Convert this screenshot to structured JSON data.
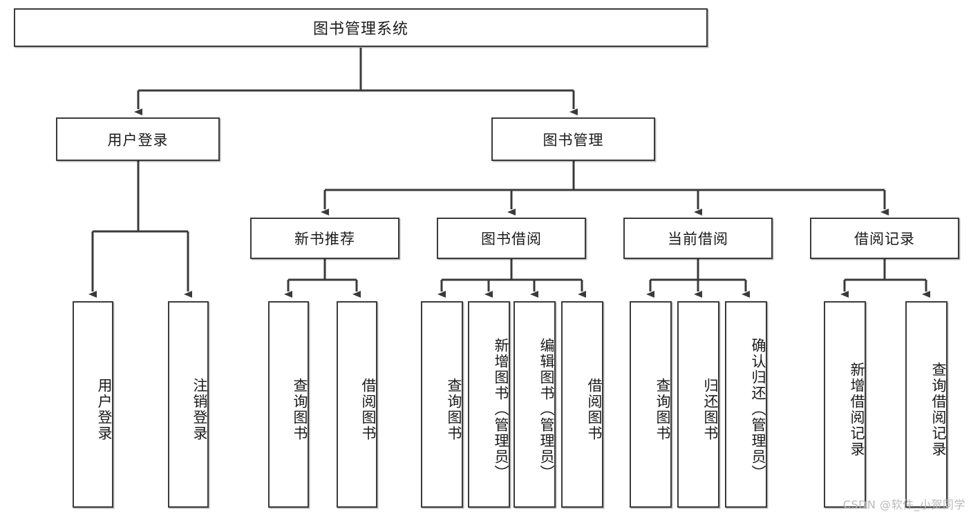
{
  "diagram": {
    "type": "tree-hierarchy",
    "title": "图书管理系统",
    "watermark": "CSDN @软件_小贺同学",
    "colors": {
      "border": "#3a3a3a",
      "background": "#ffffff",
      "text": "#1a1a1a",
      "watermark": "#b9b9b9"
    },
    "levels": [
      {
        "level": 1,
        "nodes": [
          {
            "id": "root",
            "label": "图书管理系统",
            "orientation": "horizontal"
          }
        ]
      },
      {
        "level": 2,
        "nodes": [
          {
            "id": "user-login",
            "label": "用户登录",
            "orientation": "horizontal",
            "parent": "root"
          },
          {
            "id": "book-admin",
            "label": "图书管理",
            "orientation": "horizontal",
            "parent": "root"
          }
        ]
      },
      {
        "level": 3,
        "nodes": [
          {
            "id": "new-book-rec",
            "label": "新书推荐",
            "orientation": "horizontal",
            "parent": "book-admin"
          },
          {
            "id": "book-borrow",
            "label": "图书借阅",
            "orientation": "horizontal",
            "parent": "book-admin"
          },
          {
            "id": "current-borrow",
            "label": "当前借阅",
            "orientation": "horizontal",
            "parent": "book-admin"
          },
          {
            "id": "borrow-record",
            "label": "借阅记录",
            "orientation": "horizontal",
            "parent": "book-admin"
          }
        ]
      },
      {
        "level": 4,
        "nodes": [
          {
            "id": "leaf-user-login",
            "label": "用户登录",
            "orientation": "vertical",
            "parent": "user-login"
          },
          {
            "id": "leaf-logout",
            "label": "注销登录",
            "orientation": "vertical",
            "parent": "user-login"
          },
          {
            "id": "leaf-query-book-1",
            "label": "查询图书",
            "orientation": "vertical",
            "parent": "new-book-rec"
          },
          {
            "id": "leaf-borrow-book-1",
            "label": "借阅图书",
            "orientation": "vertical",
            "parent": "new-book-rec"
          },
          {
            "id": "leaf-query-book-2",
            "label": "查询图书",
            "orientation": "vertical",
            "parent": "book-borrow"
          },
          {
            "id": "leaf-add-book",
            "label": "新增图书（管理员）",
            "orientation": "vertical",
            "parent": "book-borrow"
          },
          {
            "id": "leaf-edit-book",
            "label": "编辑图书（管理员）",
            "orientation": "vertical",
            "parent": "book-borrow"
          },
          {
            "id": "leaf-borrow-book-2",
            "label": "借阅图书",
            "orientation": "vertical",
            "parent": "book-borrow"
          },
          {
            "id": "leaf-query-book-3",
            "label": "查询图书",
            "orientation": "vertical",
            "parent": "current-borrow"
          },
          {
            "id": "leaf-return-book",
            "label": "归还图书",
            "orientation": "vertical",
            "parent": "current-borrow"
          },
          {
            "id": "leaf-confirm-return",
            "label": "确认归还（管理员）",
            "orientation": "vertical",
            "parent": "current-borrow"
          },
          {
            "id": "leaf-add-record",
            "label": "新增借阅记录",
            "orientation": "vertical",
            "parent": "borrow-record"
          },
          {
            "id": "leaf-query-record",
            "label": "查询借阅记录",
            "orientation": "vertical",
            "parent": "borrow-record"
          }
        ]
      }
    ]
  }
}
